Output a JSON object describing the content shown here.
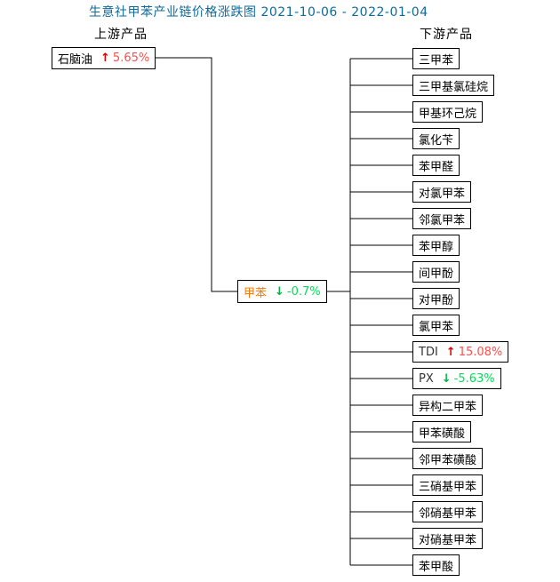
{
  "title": "生意社甲苯产业链价格涨跌图 2021-10-06 - 2022-01-04",
  "headers": {
    "upstream": "上游产品",
    "downstream": "下游产品"
  },
  "upstream_node": {
    "label": "石脑油",
    "arrow": "↑",
    "pct": "5.65%",
    "direction": "up"
  },
  "center_node": {
    "label": "甲苯",
    "arrow": "↓",
    "pct": "-0.7%",
    "direction": "down"
  },
  "downstream": {
    "items": [
      {
        "label": "三甲苯"
      },
      {
        "label": "三甲基氯硅烷"
      },
      {
        "label": "甲基环己烷"
      },
      {
        "label": "氯化苄"
      },
      {
        "label": "苯甲醛"
      },
      {
        "label": "对氯甲苯"
      },
      {
        "label": "邻氯甲苯"
      },
      {
        "label": "苯甲醇"
      },
      {
        "label": "间甲酚"
      },
      {
        "label": "对甲酚"
      },
      {
        "label": "氯甲苯"
      },
      {
        "label": "TDI",
        "arrow": "↑",
        "pct": "15.08%",
        "direction": "up"
      },
      {
        "label": "PX",
        "arrow": "↓",
        "pct": "-5.63%",
        "direction": "down"
      },
      {
        "label": "异构二甲苯"
      },
      {
        "label": "甲苯磺酸"
      },
      {
        "label": "邻甲苯磺酸"
      },
      {
        "label": "三硝基甲苯"
      },
      {
        "label": "邻硝基甲苯"
      },
      {
        "label": "对硝基甲苯"
      },
      {
        "label": "苯甲酸"
      }
    ]
  },
  "colors": {
    "title": "#0e6a9b",
    "up_arrow": "#dd0000",
    "up_value": "#ff4d4d",
    "down_arrow": "#00b344",
    "down_value": "#00e055",
    "center_label": "#ff7700",
    "line": "#000000",
    "box_border": "#000000",
    "background": "#ffffff"
  }
}
